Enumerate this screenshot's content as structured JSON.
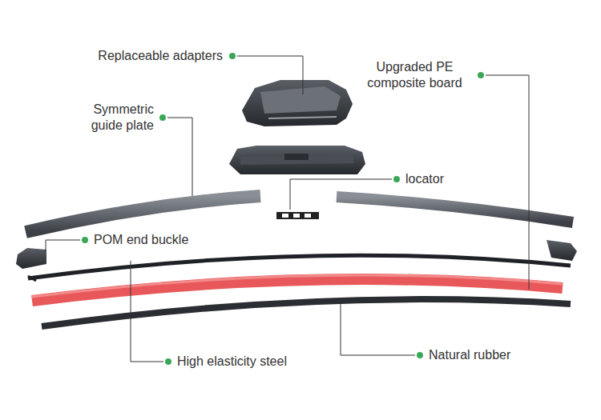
{
  "diagram": {
    "labels": [
      "Replaceable adapters",
      "Upgraded PE composite board",
      "Symmetric guide plate",
      "locator",
      "POM end buckle",
      "High elasticity steel",
      "Natural rubber"
    ]
  }
}
